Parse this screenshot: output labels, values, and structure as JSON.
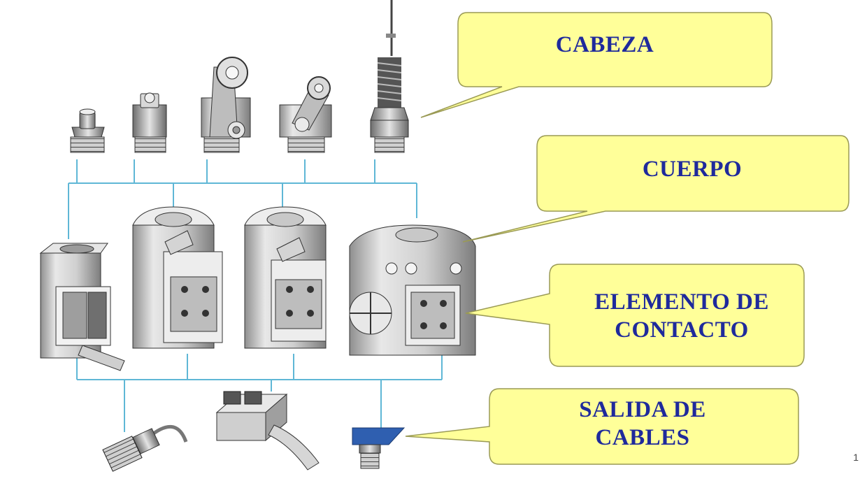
{
  "labels": {
    "head": "CABEZA",
    "body": "CUERPO",
    "contact_line1": "ELEMENTO DE",
    "contact_line2": "CONTACTO",
    "cables_line1": "SALIDA DE",
    "cables_line2": "CABLES"
  },
  "slide_number": "1",
  "colors": {
    "callout_fill": "#ffff99",
    "callout_stroke": "#9a9a55",
    "label_text": "#1f2a9c",
    "connector": "#5fb7d6",
    "part_gray": "#c9c9c9",
    "part_dark": "#555555",
    "cable_adapter_blue": "#2f5fb0"
  },
  "components": {
    "heads": [
      "plunger-head",
      "roller-plunger-head",
      "rotary-lever-head",
      "roller-lever-head",
      "spring-rod-head"
    ],
    "bodies": [
      "body-compact",
      "body-standard-a",
      "body-standard-b",
      "body-large"
    ],
    "cable_outputs": [
      "connector-cable",
      "cable-gland-block",
      "cable-adapter"
    ]
  }
}
